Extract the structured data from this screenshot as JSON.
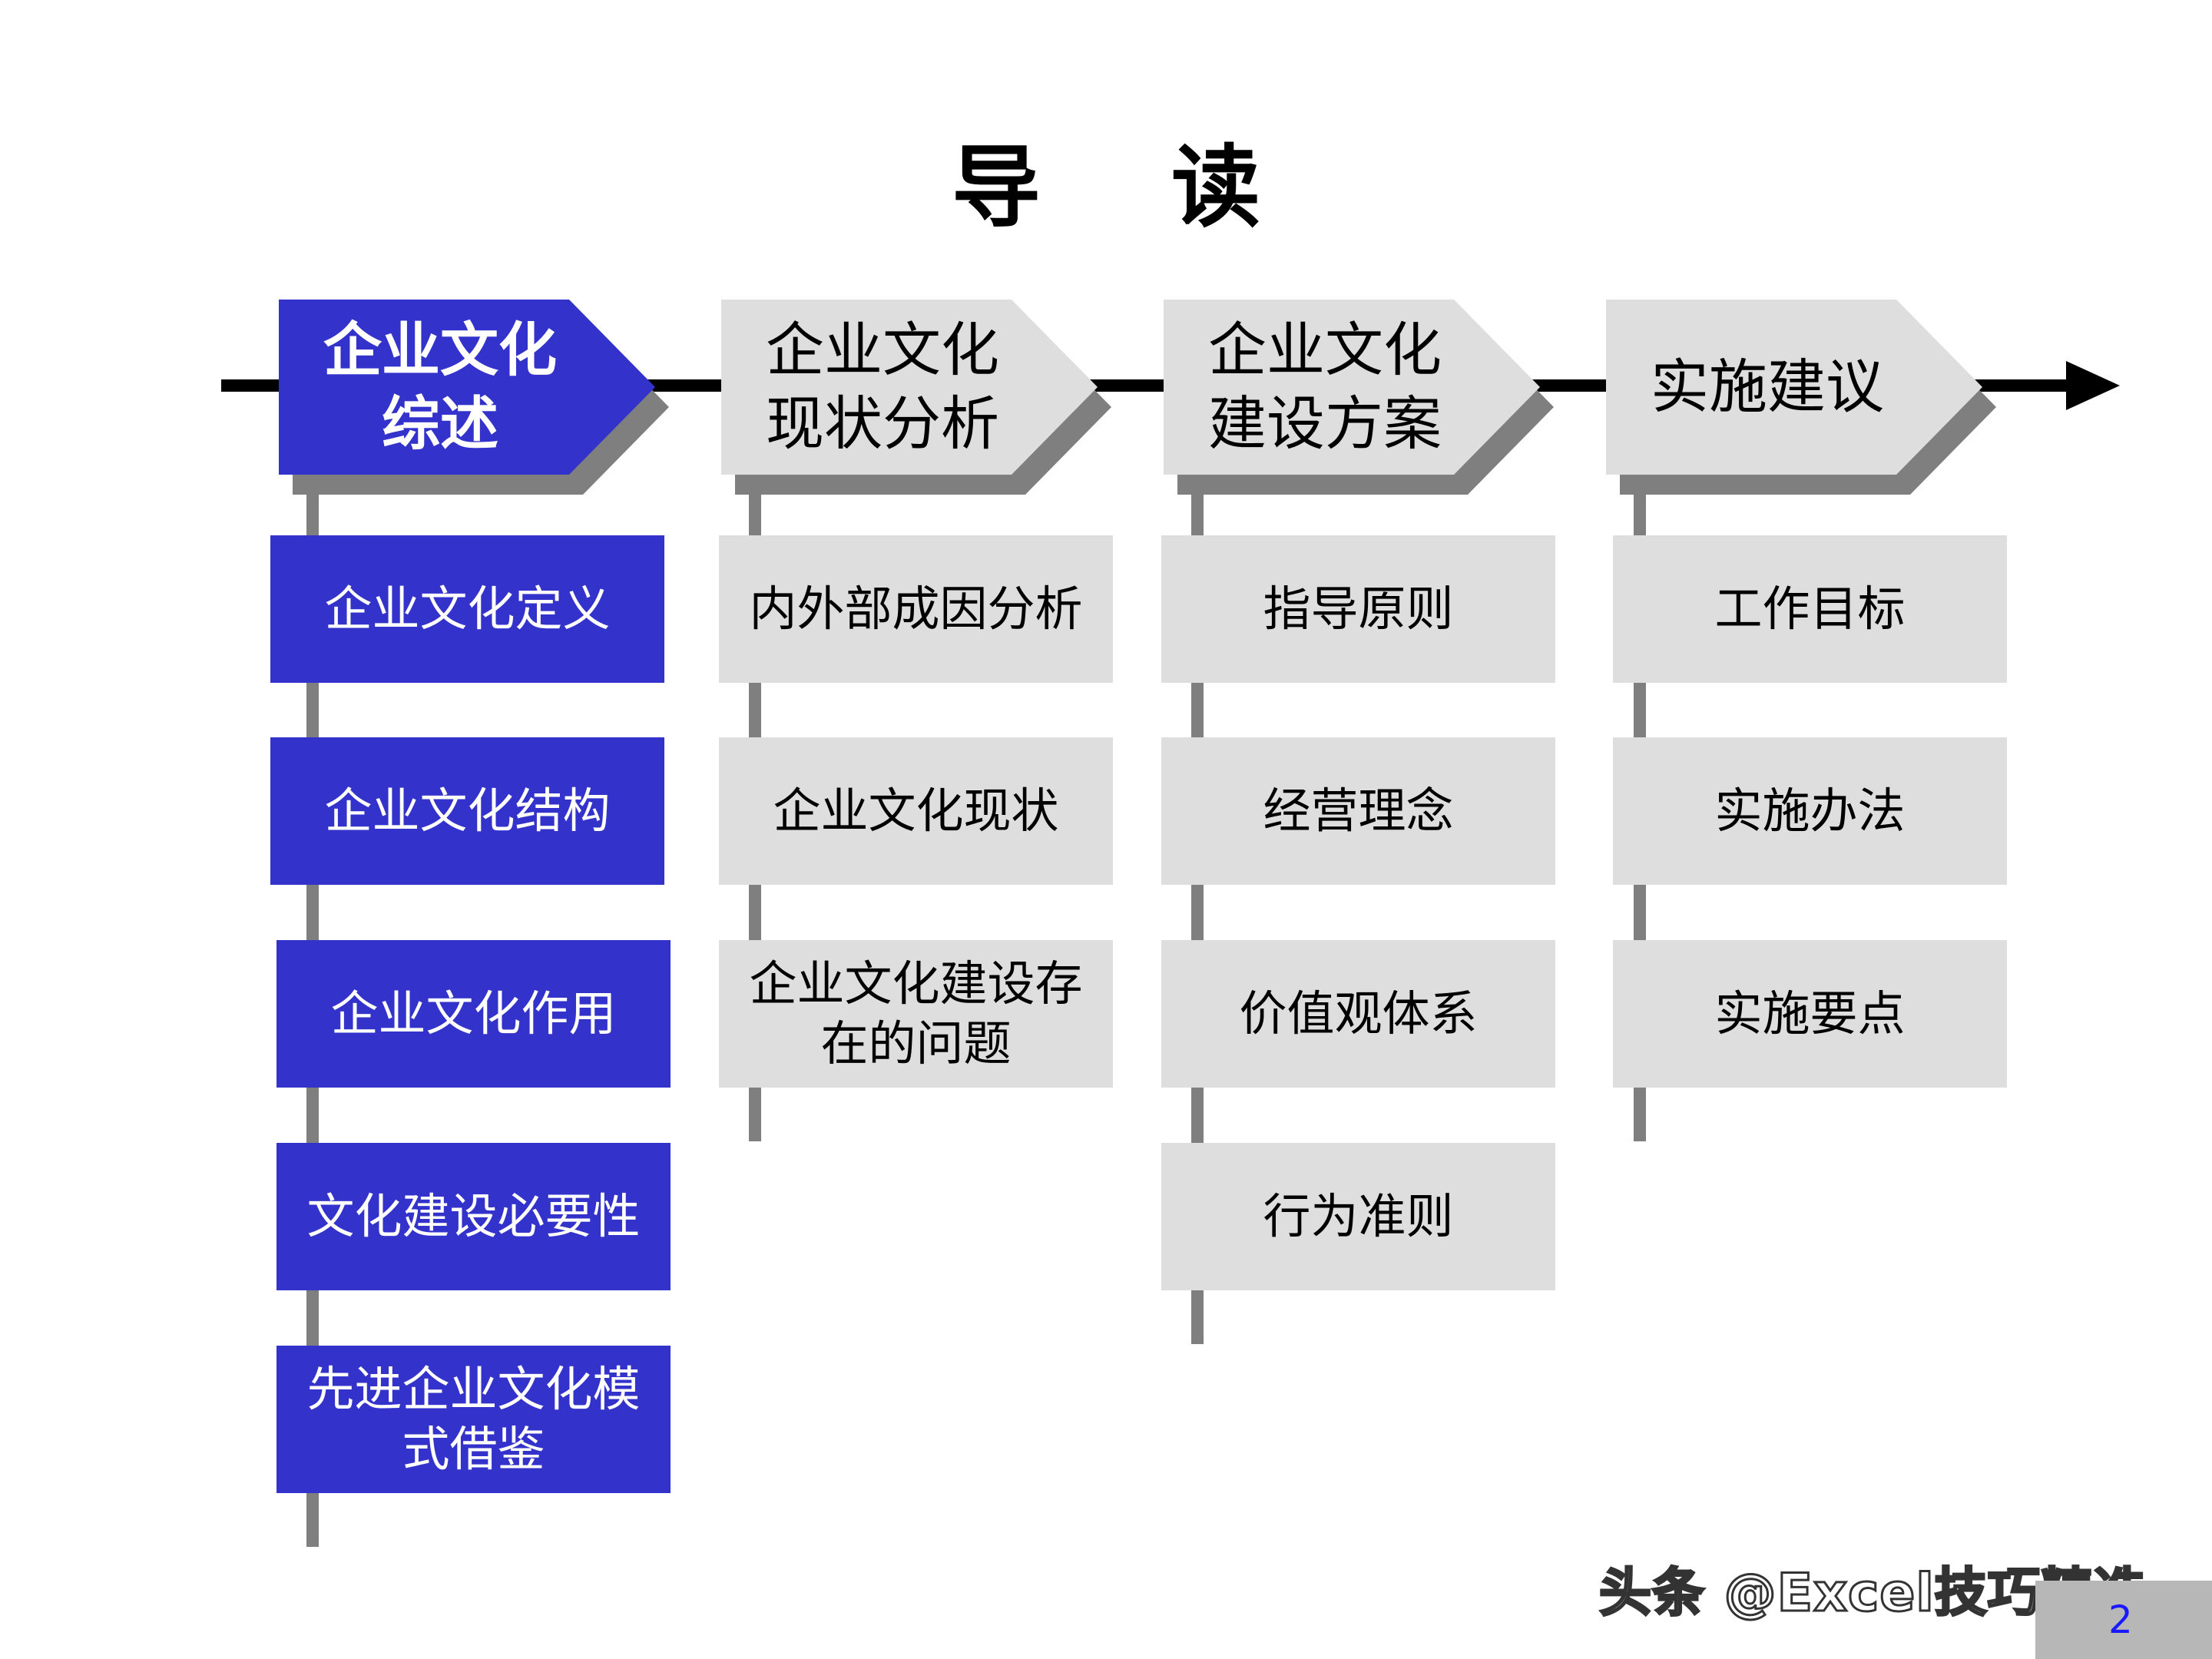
{
  "title": "导读",
  "colors": {
    "accent": "#3333cc",
    "box_gray": "#dedede",
    "shadow": "#7f7f7f",
    "connector": "#000000"
  },
  "phases": [
    {
      "label": "企业文化综述",
      "active": true,
      "items": [
        "企业文化定义",
        "企业文化结构",
        "企业文化作用",
        "文化建设必要性",
        "先进企业文化模式借鉴"
      ]
    },
    {
      "label": "企业文化现状分析",
      "active": false,
      "items": [
        "内外部成因分析",
        "企业文化现状",
        "企业文化建设存在的问题"
      ]
    },
    {
      "label": "企业文化建设方案",
      "active": false,
      "items": [
        "指导原则",
        "经营理念",
        "价值观体系",
        "行为准则"
      ]
    },
    {
      "label": "实施建议",
      "active": false,
      "items": [
        "工作目标",
        "实施办法",
        "实施要点"
      ]
    }
  ],
  "watermark": "头条 @Excel技巧精选",
  "page_number": "2"
}
